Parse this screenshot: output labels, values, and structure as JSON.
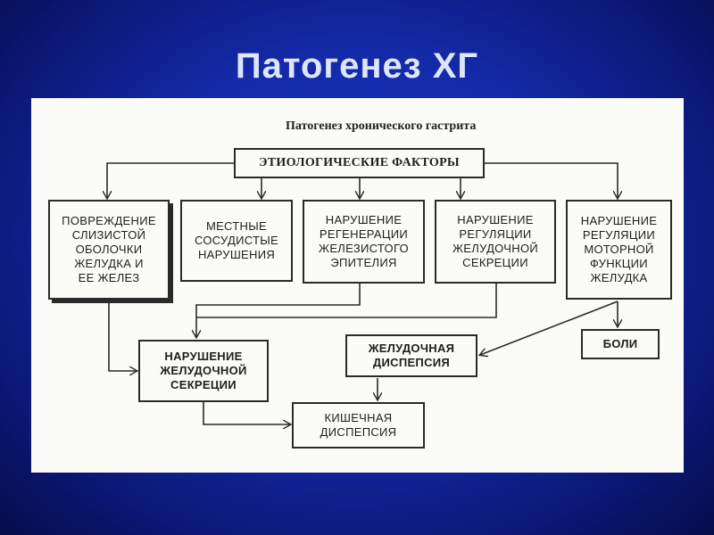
{
  "slide": {
    "title": "Патогенез ХГ"
  },
  "diagram": {
    "caption": "Патогенез хронического гастрита",
    "nodes": {
      "etiology": "ЭТИОЛОГИЧЕСКИЕ ФАКТОРЫ",
      "mucosa_damage": "ПОВРЕЖДЕНИЕ\nСЛИЗИСТОЙ\nОБОЛОЧКИ\nЖЕЛУДКА И\nЕЕ ЖЕЛЕЗ",
      "vascular": "МЕСТНЫЕ\nСОСУДИСТЫЕ\nНАРУШЕНИЯ",
      "regeneration": "НАРУШЕНИЕ\nРЕГЕНЕРАЦИИ\nЖЕЛЕЗИСТОГО\nЭПИТЕЛИЯ",
      "secretion_reg": "НАРУШЕНИЕ\nРЕГУЛЯЦИИ\nЖЕЛУДОЧНОЙ\nСЕКРЕЦИИ",
      "motor_reg": "НАРУШЕНИЕ\nРЕГУЛЯЦИИ\nМОТОРНОЙ\nФУНКЦИИ\nЖЕЛУДКА",
      "secretion_disorder": "НАРУШЕНИЕ\nЖЕЛУДОЧНОЙ\nСЕКРЕЦИИ",
      "gastric_dyspepsia": "ЖЕЛУДОЧНАЯ\nДИСПЕПСИЯ",
      "pain": "БОЛИ",
      "intestinal_dyspepsia": "КИШЕЧНАЯ\nДИСПЕПСИЯ"
    }
  }
}
